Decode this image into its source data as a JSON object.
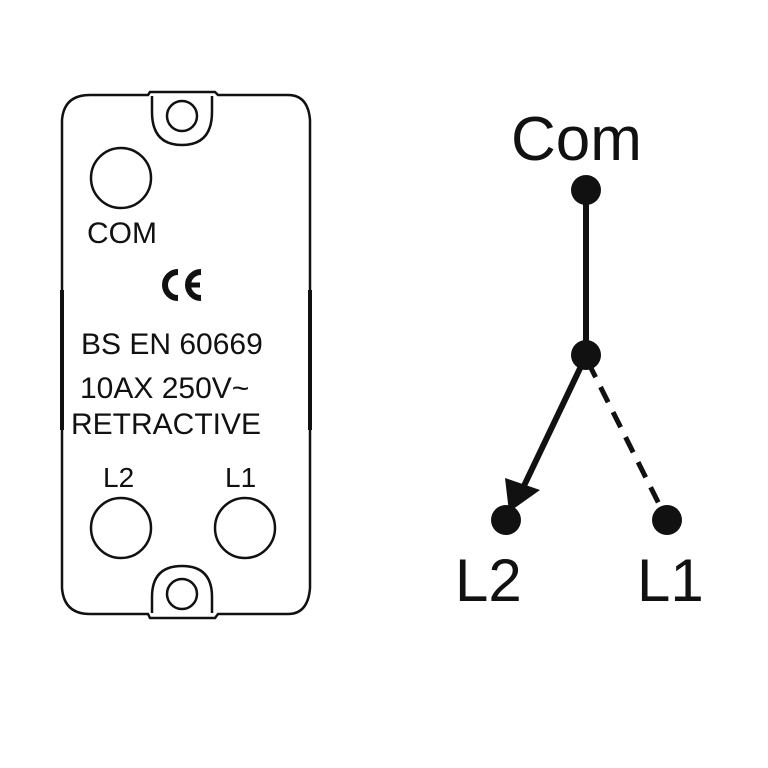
{
  "switch_module": {
    "terminal_com_label": "COM",
    "terminal_l2_label": "L2",
    "terminal_l1_label": "L1",
    "ce_mark": "CE",
    "standard_text": "BS EN 60669",
    "rating_text": "10AX 250V~",
    "type_text": "RETRACTIVE"
  },
  "schematic": {
    "com_label": "Com",
    "l2_label": "L2",
    "l1_label": "L1"
  }
}
